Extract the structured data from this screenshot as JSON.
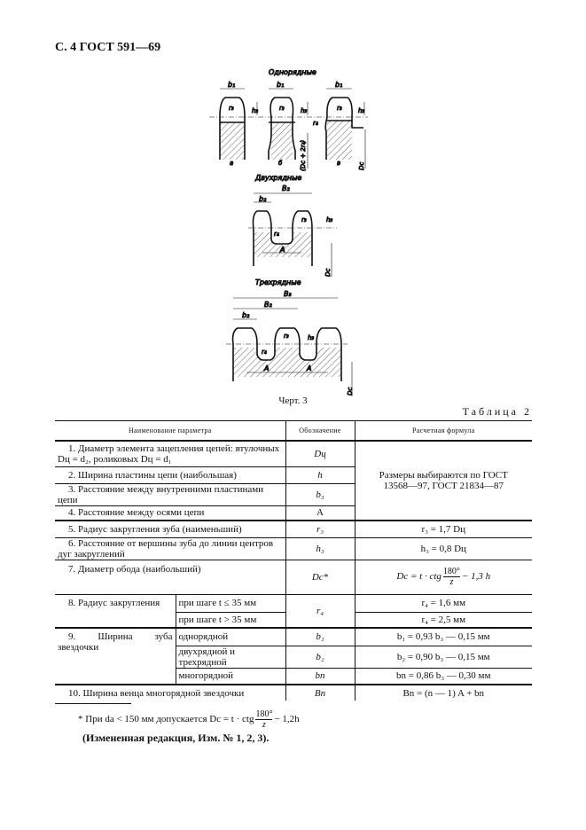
{
  "header": "С. 4 ГОСТ 591—69",
  "figure": {
    "label_single": "Однорядные",
    "label_double": "Двухрядные",
    "label_triple": "Трехрядные",
    "dims": {
      "b1": "b₁",
      "b2": "b₂",
      "B2": "B₂",
      "B3": "B₃",
      "r3": "r₃",
      "h3": "h₃",
      "r4": "r₄",
      "A": "A",
      "Dc": "Dc",
      "Dc2r4": "(Dc + 2r₄)"
    },
    "sub_a": "а",
    "sub_b": "б",
    "sub_v": "в",
    "caption": "Черт. 3"
  },
  "table": {
    "title": "Таблица 2",
    "headers": [
      "Наименование параметра",
      "Обозначение",
      "Расчетная формула"
    ],
    "rows": [
      {
        "name": "1. Диаметр элемента зацепления цепей: втулочных Dц = d₂, роликовых Dц = d₁",
        "symbol": "Dц"
      },
      {
        "name": "2. Ширина пластины цепи (наибольшая)",
        "symbol": "h"
      },
      {
        "name": "3. Расстояние между внутренними пластинами цепи",
        "symbol": "b₃"
      },
      {
        "name": "4. Расстояние между осями цепи",
        "symbol": "A"
      },
      {
        "name": "5. Радиус закругления зуба (наименьший)",
        "symbol": "r₃",
        "formula": "r₃ = 1,7 Dц"
      },
      {
        "name": "6. Расстояние от вершины зуба до линии центров дуг закруглений",
        "symbol": "h₃",
        "formula": "h₃ = 0,8 Dц"
      },
      {
        "name": "7. Диаметр обода (наибольший)",
        "symbol": "Dc*",
        "formula_pre": "Dc = t · ctg",
        "formula_num": "180°",
        "formula_den": "z",
        "formula_post": "− 1,3 h"
      },
      {
        "name": "8. Радиус закругления",
        "symbol": "r₄",
        "sub": [
          {
            "cond": "при шаге t ≤ 35 мм",
            "formula": "r₄ = 1,6 мм"
          },
          {
            "cond": "при шаге t > 35 мм",
            "formula": "r₄ = 2,5 мм"
          }
        ]
      },
      {
        "name": "9. Ширина зуба звездочки",
        "sub": [
          {
            "cond": "однорядной",
            "symbol": "b₁",
            "formula": "b₁ = 0,93 b₃ — 0,15 мм"
          },
          {
            "cond": "двухрядной и трехрядной",
            "symbol": "b₂",
            "formula": "b₂ = 0,90 b₃ — 0,15 мм"
          },
          {
            "cond": "многорядной",
            "symbol": "bn",
            "formula": "bn = 0,86 b₃ — 0,30 мм"
          }
        ]
      },
      {
        "name": "10. Ширина венца многорядной звездочки",
        "symbol": "Bn",
        "formula": "Bn = (n — 1) A + bn"
      }
    ],
    "merged_formula": "Размеры выбираются по ГОСТ 13568—97, ГОСТ 21834—87"
  },
  "footnote": {
    "pre": "* При dа < 150 мм допускается Dc = t · ctg",
    "num": "180°",
    "den": "z",
    "post": "− 1,2h"
  },
  "amendment": "(Измененная редакция, Изм. № 1, 2, 3)."
}
